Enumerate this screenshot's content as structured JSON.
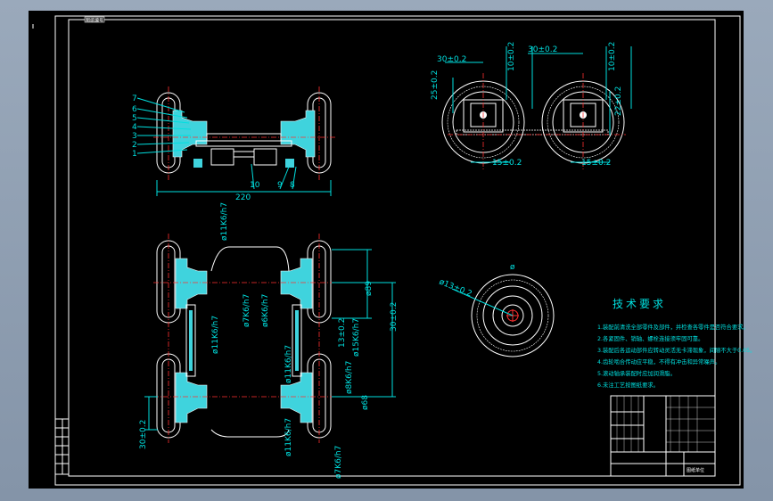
{
  "title_block": {
    "top_tag": "图纸编号",
    "company": "图纸单位"
  },
  "top_view": {
    "width_dim": "220",
    "balloons": [
      "7",
      "6",
      "5",
      "4",
      "3",
      "2",
      "1"
    ],
    "lower_tags": [
      "10",
      "9",
      "8"
    ]
  },
  "side_view": {
    "dims": [
      "30±0.2",
      "10±0.2",
      "25±0.2",
      "15±0.2",
      "30±0.2",
      "10±0.2",
      "22±0.2",
      "15±0.2"
    ]
  },
  "front_view": {
    "dims": [
      "ø11K6/h7",
      "ø7K6/h7",
      "ø6K6/h7",
      "ø11K6/h7",
      "30±0.2",
      "ø11K6/h7",
      "ø11K6/h7",
      "ø7K6/h7",
      "ø89",
      "30±0.2",
      "13±0.2",
      "ø15K6/h7",
      "ø8K6/h7",
      "ø68"
    ]
  },
  "wheel_view": {
    "dims": [
      "ø",
      "ø13±0.2"
    ]
  },
  "tech_requirements": {
    "heading": "技术要求",
    "items": [
      "1.装配前清洗全部零件及部件，并检查各零件是否符合要求。",
      "2.各紧固件、销轴、螺栓连接须牢固可靠。",
      "3.装配后各运动部件应转动灵活无卡滞现象，间隙不大于0.05。",
      "4.齿轮啮合传动应平稳，不得有冲击和异常噪声。",
      "5.滚动轴承装配时应加润滑脂。",
      "6.未注工艺按图纸要求。"
    ]
  }
}
